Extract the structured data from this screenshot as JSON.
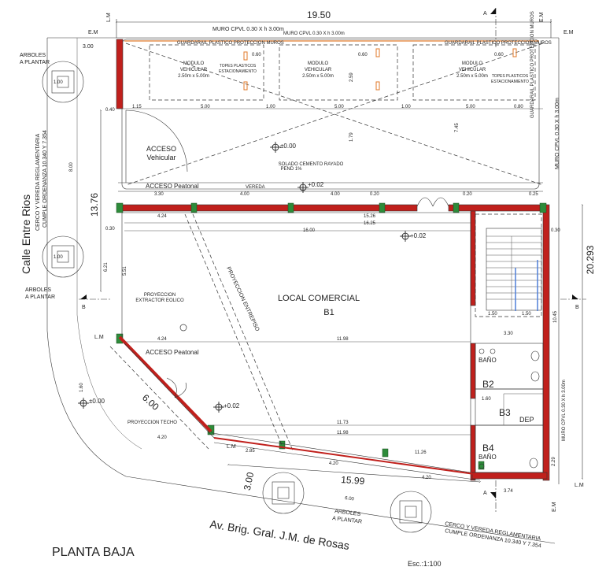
{
  "title": "PLANTA BAJA",
  "scale": "Esc.:1:100",
  "streets": {
    "left": "Calle Entre Rios",
    "bottom": "Av. Brig. Gral. J.M. de Rosas"
  },
  "trees": {
    "label_line1": "ARBOLES",
    "label_line2": "A PLANTAR",
    "tree_dim": "1.00"
  },
  "sidewalk_note": {
    "line1": "CERCO Y VEREDA REGLAMENTARIA",
    "line2": "CUMPLE ORDENANZA 10.340 Y 7.354"
  },
  "walls": {
    "top": "MURO CPVL 0.30 X h 3.00m",
    "right": "MURO CPVL 0.30 X h 3.00m",
    "right_lower": "MURO CPVL 0.30 X h 3.00m"
  },
  "parking": {
    "module_line1": "MODULO",
    "module_line2": "VEHICULAR",
    "module_size": "2.50m x 5.00m",
    "stops_line1": "TOPES PLASTICOS",
    "stops_line2": "ESTACIONAMIENTO",
    "guard": "GUARDARAIL PLASTICO PROTECCION MUROS",
    "stop_label": "0.60"
  },
  "access": {
    "vehicular_line1": "ACCESO",
    "vehicular_line2": "Vehicular",
    "pedestrian_top": "ACCESO Peatonal",
    "pedestrian_corner": "ACCESO Peatonal",
    "vereda": "VEREDA",
    "solado_line1": "SOLADO CEMENTO RAYADO",
    "solado_line2": "PEND 1%"
  },
  "levels": {
    "l0": "±0.00",
    "l1": "+0.02",
    "l2": "+0.02",
    "l3": "±0.00",
    "l4": "+0.02"
  },
  "rooms": {
    "main_line1": "LOCAL COMERCIAL",
    "main_line2": "B1",
    "extractor_line1": "PROYECCION",
    "extractor_line2": "EXTRACTOR EOLICO",
    "entrepiso": "PROYECCION ENTREPISO",
    "techo": "PROYECCION TECHO",
    "bano1": "BAÑO",
    "b2": "B2",
    "b3": "B3",
    "dep": "DEP",
    "b4": "B4",
    "bano2": "BAÑO"
  },
  "axis_marks": {
    "a": "A",
    "b": "B",
    "em": "E.M",
    "lm": "L.M"
  },
  "dimensions": {
    "overall_width": "19.50",
    "left_height": "13.76",
    "right_height": "20.293",
    "bottom_front": "15.99",
    "corner_diag": "6.00",
    "offset": "3.00",
    "offset_top": "3.00",
    "d_0_40": "0.40",
    "d_1_15": "1.15",
    "d_5_00": "5.00",
    "d_1_00": "1.00",
    "d_0_80": "0.80",
    "d_3_30": "3.30",
    "d_4_00": "4.00",
    "d_0_20": "0.20",
    "d_4_24": "4.24",
    "d_15_26": "15.26",
    "d_16_25": "16.25",
    "d_16_00": "16.00",
    "d_11_98": "11.98",
    "d_11_73": "11.73",
    "d_4_20": "4.20",
    "d_2_85": "2.85",
    "d_1_50": "1.50",
    "d_3_30b": "3.30",
    "d_7_45": "7.45",
    "d_2_59": "2.59",
    "d_1_79": "1.79",
    "d_8_00": "8.00",
    "d_5_51": "5.51",
    "d_6_21": "6.21",
    "d_10_45": "10.45",
    "d_1_60": "1.60",
    "d_2_29": "2.29",
    "d_3_74": "3.74",
    "d_0_30": "0.30",
    "d_0_25": "0.25",
    "d_11_26": "11.26"
  },
  "colors": {
    "wall": "#c0201c",
    "column": "#2e8b3a",
    "ink": "#222222",
    "accent_orange": "#e07a2a",
    "accent_blue": "#4f7fd8"
  }
}
